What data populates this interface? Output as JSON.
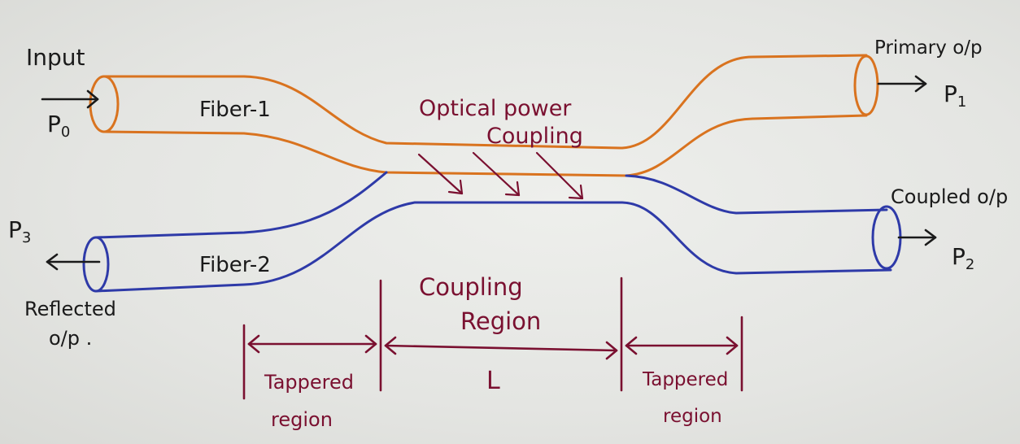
{
  "labels": {
    "input": "Input",
    "p0": "P",
    "p0_sub": "0",
    "fiber1": "Fiber-1",
    "fiber2": "Fiber-2",
    "optical_power_coupling_line1": "Optical power",
    "optical_power_coupling_line2": "Coupling",
    "primary_op": "Primary o/p",
    "p1": "P",
    "p1_sub": "1",
    "coupled_op": "Coupled o/p",
    "p2": "P",
    "p2_sub": "2",
    "p3": "P",
    "p3_sub": "3",
    "reflected_line1": "Reflected",
    "reflected_line2": "o/p .",
    "coupling_region_line1": "Coupling",
    "coupling_region_line2": "Region",
    "length": "L",
    "tapered_left_line1": "Tappered",
    "tapered_left_line2": "region",
    "tapered_right_line1": "Tappered",
    "tapered_right_line2": "region"
  },
  "colors": {
    "fiber1": "#d9731f",
    "fiber2": "#2e3aa8",
    "ink_black": "#1a1a1a",
    "ink_maroon": "#7a1030"
  }
}
